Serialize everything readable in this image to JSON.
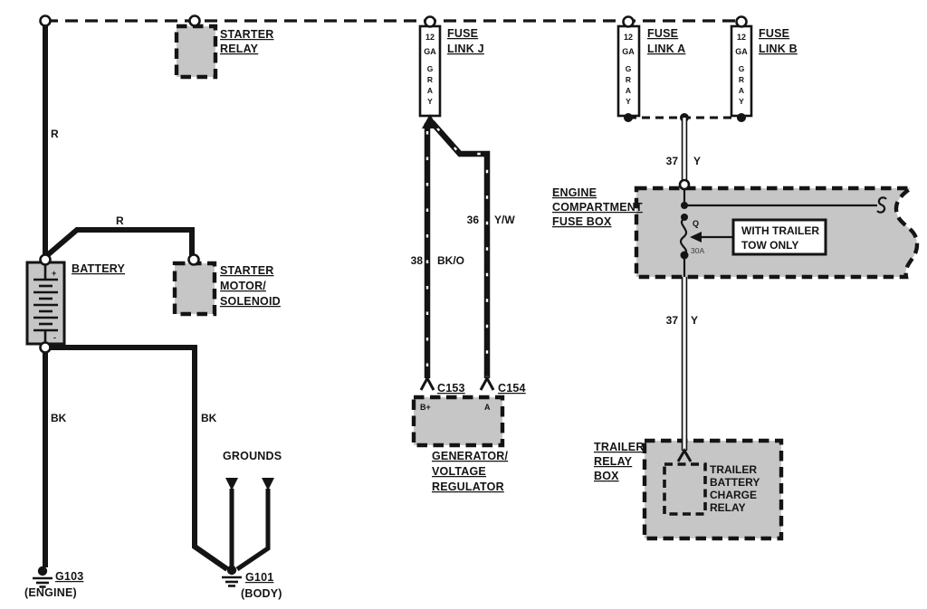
{
  "colors": {
    "ink": "#141414",
    "fill": "#c6c6c6",
    "paper": "#ffffff"
  },
  "battery": {
    "name": "BATTERY",
    "plus": "+",
    "minus": "-"
  },
  "starter_relay": {
    "name": [
      "STARTER",
      "RELAY"
    ]
  },
  "starter_motor": {
    "name": [
      "STARTER",
      "MOTOR/",
      "SOLENOID"
    ]
  },
  "fuse_link_j": {
    "name": [
      "FUSE",
      "LINK J"
    ],
    "gauge": "12",
    "gauge_unit": "GA",
    "link_color": [
      "G",
      "R",
      "A",
      "Y"
    ]
  },
  "fuse_link_a": {
    "name": [
      "FUSE",
      "LINK A"
    ],
    "gauge": "12",
    "gauge_unit": "GA",
    "link_color": [
      "G",
      "R",
      "A",
      "Y"
    ]
  },
  "fuse_link_b": {
    "name": [
      "FUSE",
      "LINK B"
    ],
    "gauge": "12",
    "gauge_unit": "GA",
    "link_color": [
      "G",
      "R",
      "A",
      "Y"
    ]
  },
  "generator": {
    "name": [
      "GENERATOR/",
      "VOLTAGE",
      "REGULATOR"
    ],
    "terminal_left": "B+",
    "terminal_right": "A"
  },
  "connector_c153": "C153",
  "connector_c154": "C154",
  "engine_fuse_box": {
    "name": [
      "ENGINE",
      "COMPARTMENT",
      "FUSE BOX"
    ],
    "fuse_id": "Q",
    "fuse_rating": "30A"
  },
  "note_box": {
    "lines": [
      "WITH TRAILER",
      "TOW ONLY"
    ]
  },
  "trailer_relay_box": {
    "name": [
      "TRAILER",
      "RELAY",
      "BOX"
    ]
  },
  "trailer_battery_charge_relay": {
    "name": [
      "TRAILER",
      "BATTERY",
      "CHARGE",
      "RELAY"
    ]
  },
  "grounds": {
    "heading": "GROUNDS",
    "g103": {
      "id": "G103",
      "location": "(ENGINE)"
    },
    "g101": {
      "id": "G101",
      "location": "(BODY)"
    }
  },
  "wires": {
    "r_main": "R",
    "r_branch": "R",
    "bk_engine": "BK",
    "bk_body": "BK",
    "c38": {
      "circuit": "38",
      "color": "BK/O"
    },
    "c36": {
      "circuit": "36",
      "color": "Y/W"
    },
    "c37_upper": {
      "circuit": "37",
      "color": "Y"
    },
    "c37_lower": {
      "circuit": "37",
      "color": "Y"
    }
  }
}
